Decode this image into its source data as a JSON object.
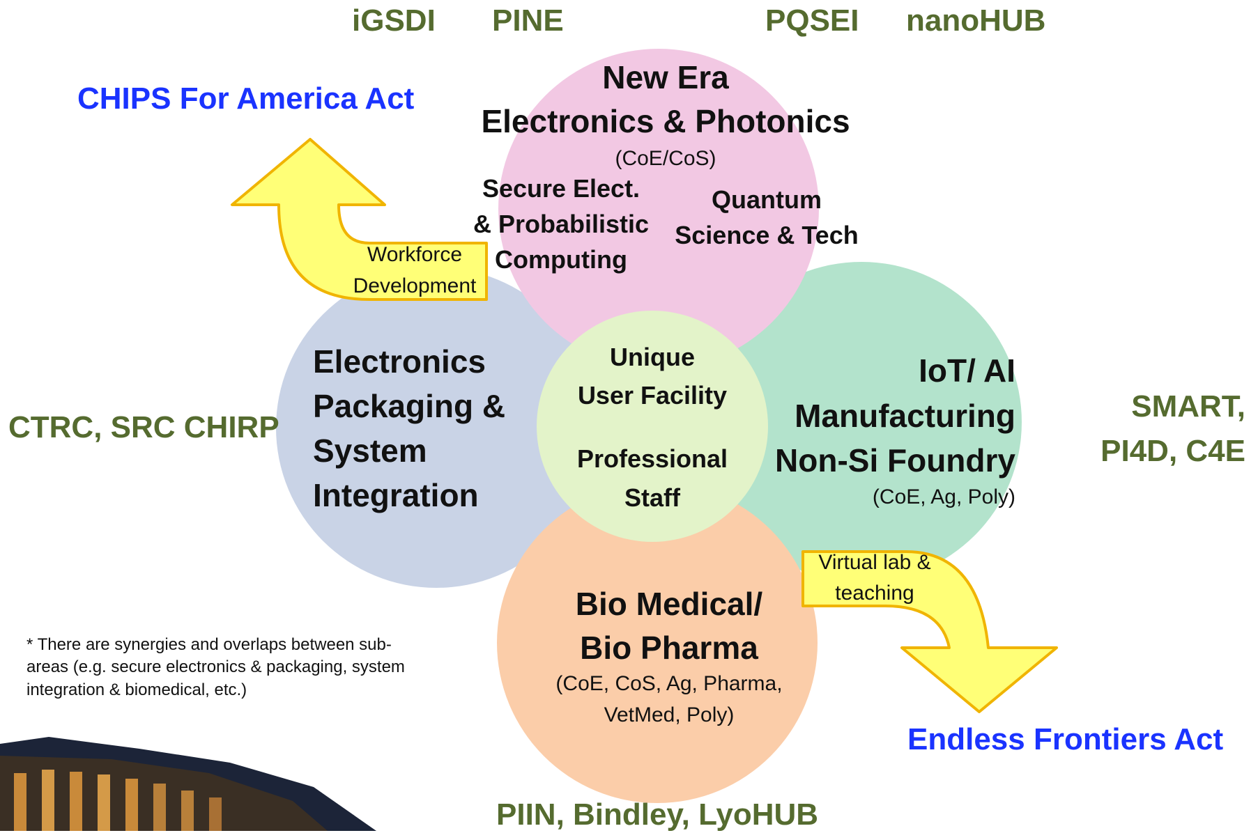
{
  "top_programs": [
    "iGSDI",
    "PINE",
    "PQSEI",
    "nanoHUB"
  ],
  "left_programs": "CTRC, SRC CHIRP",
  "right_programs": [
    "SMART,",
    "PI4D, C4E"
  ],
  "bottom_programs": "PIIN, Bindley, LyoHUB",
  "acts": {
    "chips": "CHIPS For America Act",
    "endless": "Endless Frontiers Act"
  },
  "arrows": {
    "workforce": [
      "Workforce",
      "Development"
    ],
    "virtual_lab": [
      "Virtual lab &",
      "teaching"
    ]
  },
  "circles": {
    "top": {
      "title": [
        "New Era",
        "Electronics & Photonics"
      ],
      "subtitle": "(CoE/CoS)",
      "sub_left": [
        "Secure Elect.",
        "& Probabilistic",
        "Computing"
      ],
      "sub_right": [
        "Quantum",
        "Science & Tech"
      ],
      "color": "#f2c8e3"
    },
    "left": {
      "title": [
        "Electronics",
        "Packaging &",
        "System",
        "Integration"
      ],
      "color": "#c9d3e6"
    },
    "right": {
      "title": [
        "IoT/ AI",
        "Manufacturing",
        "Non-Si Foundry"
      ],
      "subtitle": "(CoE, Ag, Poly)",
      "color": "#b3e3cc"
    },
    "bottom": {
      "title": [
        "Bio Medical/",
        "Bio Pharma"
      ],
      "subtitle": [
        "(CoE, CoS, Ag, Pharma,",
        "VetMed, Poly)"
      ],
      "color": "#fbcda9"
    },
    "center": {
      "title": [
        "Unique",
        "User Facility"
      ],
      "title2": [
        "Professional",
        "Staff"
      ],
      "color": "#e3f3c9"
    }
  },
  "footnote": "* There are synergies and overlaps between sub-areas (e.g. secure electronics & packaging, system integration & biomedical, etc.)",
  "colors": {
    "olive": "#556b2f",
    "act_blue": "#1a33ff",
    "arrow_fill": "#ffff77",
    "arrow_stroke": "#f0b400"
  }
}
